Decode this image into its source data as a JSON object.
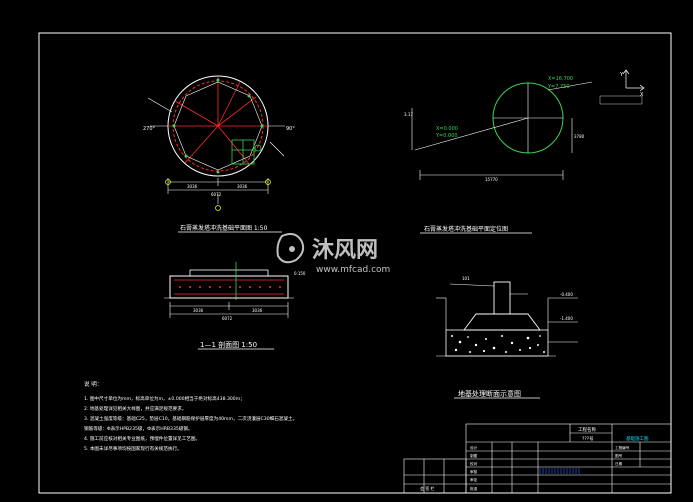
{
  "colors": {
    "background": "#000000",
    "frame": "#ffffff",
    "line_white": "#ffffff",
    "line_red": "#ff2a2a",
    "line_green": "#39d353",
    "line_yellow": "#ffff00",
    "line_cyan": "#00e5ff",
    "line_blue": "#3a6bff",
    "line_magenta": "#ff4dff",
    "watermark": "#ffffff"
  },
  "drawing": {
    "plan_title": "石膏蒸发塔冲洗基础平面图  1:50",
    "position_title": "石膏蒸发塔冲洗基础平面定位图",
    "section_title": "1—1 剖面图   1:50",
    "foundation_title": "地基处理断面示意图",
    "plan_dims": {
      "left": "3036",
      "right": "3036",
      "total": "6072",
      "angle_left": "270°",
      "angle_right": "90°"
    },
    "position_labels": {
      "x1": "X=16.700",
      "y1": "Y=7.750",
      "x2": "X=0.000",
      "y2": "Y=0.000",
      "dim_bottom": "15770",
      "dim_right": "3780",
      "dim_left": "3.17"
    },
    "section_dims": {
      "left": "3036",
      "right": "3036",
      "total": "6072",
      "elev": "0.150"
    },
    "foundation_dims": {
      "top": "101",
      "elev1": "-0.400",
      "elev2": "-1.400"
    }
  },
  "notes": {
    "heading": "说 明：",
    "items": [
      "1. 图中尺寸单位为mm，标高单位为m，±0.000相当于绝对标高438.300m；",
      "2. 地基处理详见相关大样图，并应满足规范要求。",
      "3. 混凝土强度等级：基础C25，垫层C10，基础钢筋保护层厚度为40mm，二次浇灌层C30细石混凝土。",
      "   钢筋等级：Φ表示HPB235级，Ф表示HRB335级钢。",
      "4. 施工前应核对相关专业图纸，预埋件位置详见工艺图。",
      "5. 本图未详尽事项均按国家现行有关规范执行。"
    ]
  },
  "title_block": {
    "project_label": "工程名称",
    "project_code": "???号",
    "drawing_name": "基础施工图",
    "rows": [
      "设计",
      "制图",
      "校对",
      "审核",
      "审定",
      "批准"
    ],
    "right_labels": [
      "工程编号",
      "图号",
      "日期"
    ],
    "bottom_left": "会 签 栏"
  },
  "watermark": {
    "brand": "沐风网",
    "url": "www.mfcad.com"
  }
}
